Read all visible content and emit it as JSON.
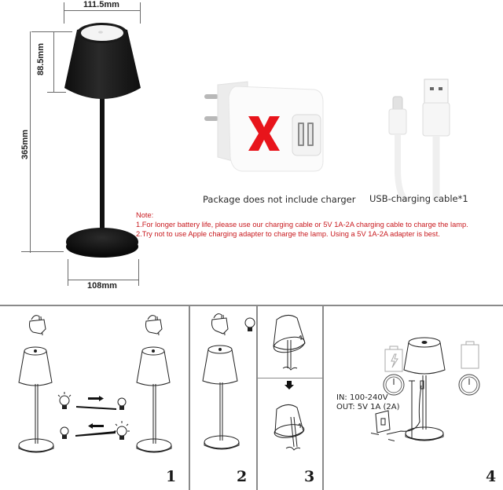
{
  "dimensions": {
    "shade_width": "111.5mm",
    "shade_height": "88.5mm",
    "total_height": "365mm",
    "base_width": "108mm"
  },
  "package": {
    "charger_caption": "Package does not include charger",
    "cable_caption": "USB-charging cable*1",
    "excluded_mark": "X",
    "excluded_mark_color": "#e8141b"
  },
  "note": {
    "title": "Note:",
    "lines": [
      "1.For longer battery life, please use our charging cable or 5V 1A-2A charging cable to charge the lamp.",
      "2.Try not to use Apple charging adapter to charge the lamp. Using a 5V 1A-2A adapter is best."
    ],
    "color": "#c8191e"
  },
  "instructions": {
    "panels": [
      {
        "number": "1",
        "description": "touch-dimming"
      },
      {
        "number": "2",
        "description": "touch-on-off"
      },
      {
        "number": "3",
        "description": "tilt-shade"
      },
      {
        "number": "4",
        "description": "charging"
      }
    ],
    "charging_spec": {
      "input": "IN:  100-240V",
      "output": "OUT:  5V 1A  (2A)"
    }
  }
}
